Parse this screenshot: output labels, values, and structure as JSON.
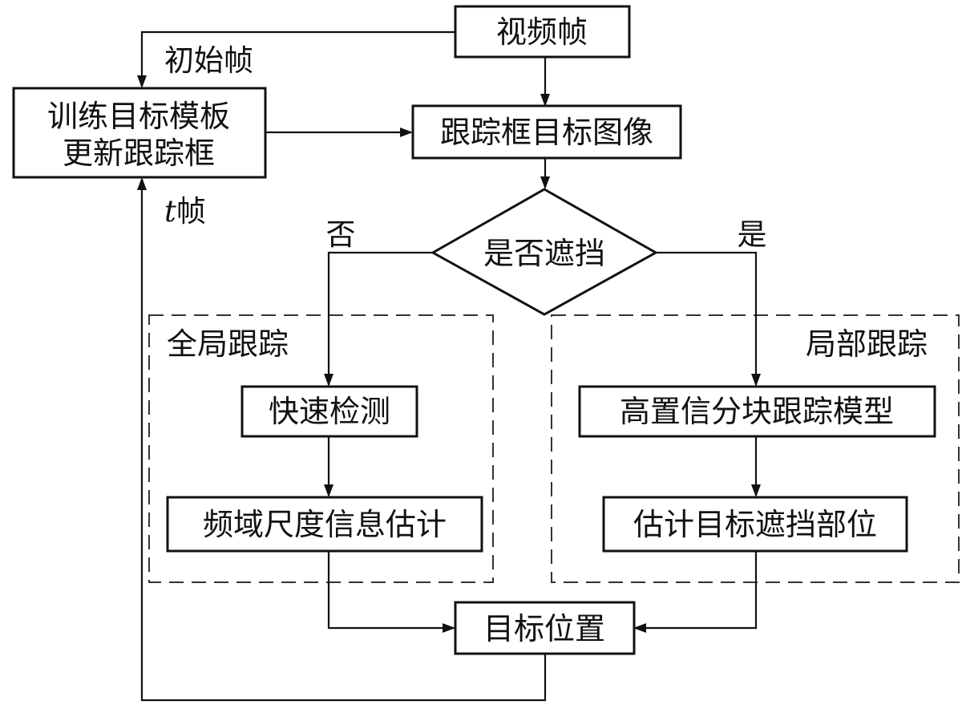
{
  "nodes": {
    "video_frame": "视频帧",
    "train_template_line1": "训练目标模板",
    "train_template_line2": "更新跟踪框",
    "track_box_image": "跟踪框目标图像",
    "occlusion_decision": "是否遮挡",
    "fast_detection": "快速检测",
    "frequency_scale": "频域尺度信息估计",
    "high_conf_block": "高置信分块跟踪模型",
    "estimate_occlusion": "估计目标遮挡部位",
    "target_position": "目标位置"
  },
  "groups": {
    "global_tracking": "全局跟踪",
    "local_tracking": "局部跟踪"
  },
  "edge_labels": {
    "initial_frame": "初始帧",
    "t_frame_var": "t",
    "t_frame_suffix": "帧",
    "no": "否",
    "yes": "是"
  },
  "colors": {
    "stroke": "#111111",
    "background": "#ffffff"
  }
}
